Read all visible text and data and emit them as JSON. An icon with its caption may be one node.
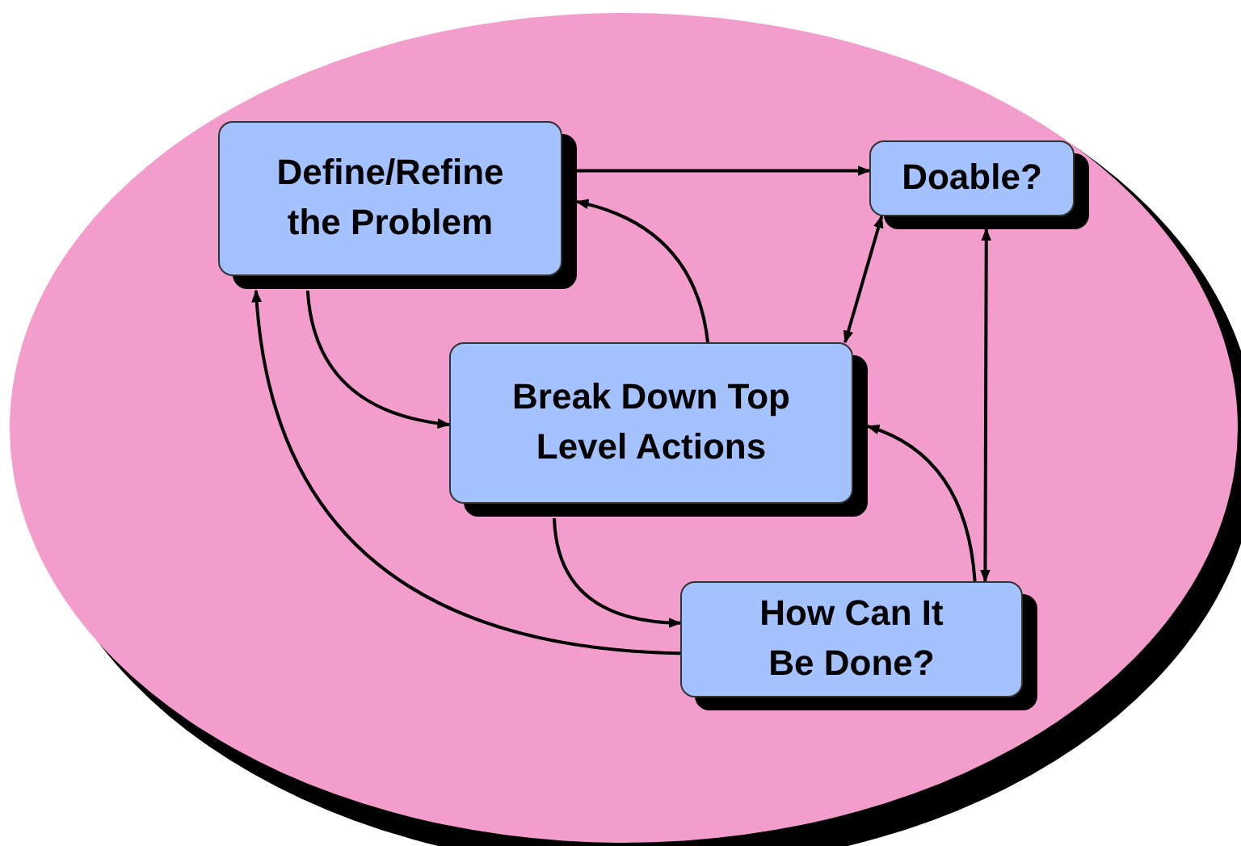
{
  "diagram": {
    "nodes": [
      {
        "text": [
          "Define/Refine the Problem"
        ]
      },
      {
        "text": [
          "Doable?"
        ]
      },
      {
        "text": [
          "Break Down Top Level Actions"
        ]
      },
      {
        "text": [
          "How Can It Be Done?"
        ]
      }
    ],
    "edges": [
      {
        "from": 0,
        "to": 1,
        "arrow": "to"
      },
      {
        "from": 2,
        "to": 0,
        "arrow": "to"
      },
      {
        "from": 0,
        "to": 2,
        "arrow": "to"
      },
      {
        "from": 1,
        "to": 2,
        "arrow": "both"
      },
      {
        "from": 1,
        "to": 3,
        "arrow": "both"
      },
      {
        "from": 3,
        "to": 2,
        "arrow": "to"
      },
      {
        "from": 2,
        "to": 3,
        "arrow": "to"
      },
      {
        "from": 3,
        "to": 0,
        "arrow": "to"
      }
    ]
  }
}
